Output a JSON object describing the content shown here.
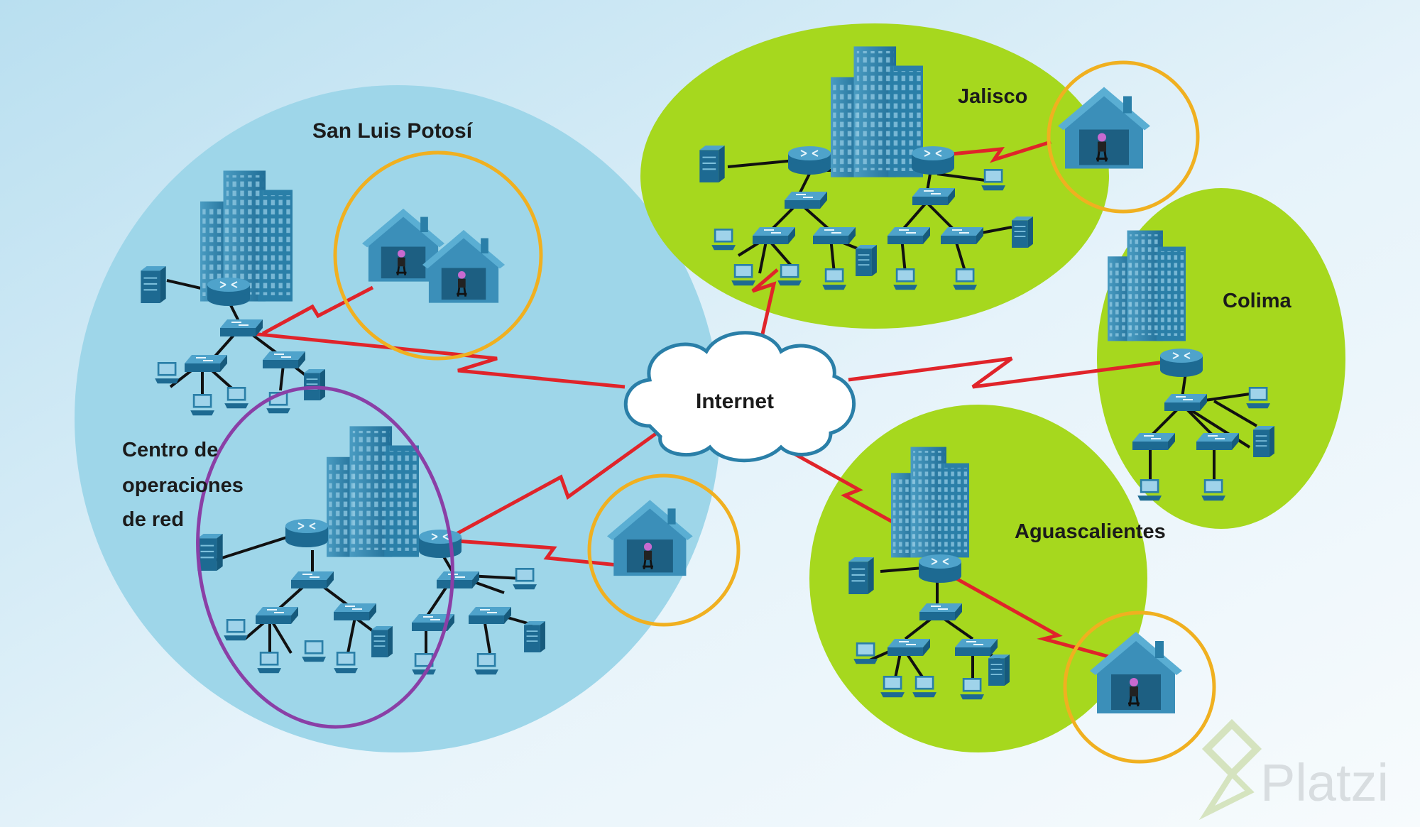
{
  "regions": {
    "san_luis_potosi": "San Luis Potosí",
    "centro": [
      "Centro de",
      "operaciones",
      "de red"
    ],
    "jalisco": "Jalisco",
    "colima": "Colima",
    "aguascalientes": "Aguascalientes"
  },
  "internet_label": "Internet",
  "watermark": "Platzi",
  "colors": {
    "background": "#ddeef7",
    "slp_region": "#9ed6e9",
    "green_region": "#a6d81e",
    "wan_link": "#e0242a",
    "remote_ring": "#f0b020",
    "noc_ring": "#8a3fa6",
    "device": "#2a7fa8"
  },
  "icons": [
    "building-icon",
    "router-icon",
    "switch-icon",
    "pc-icon",
    "server-icon",
    "home-office-icon",
    "cloud-icon"
  ]
}
